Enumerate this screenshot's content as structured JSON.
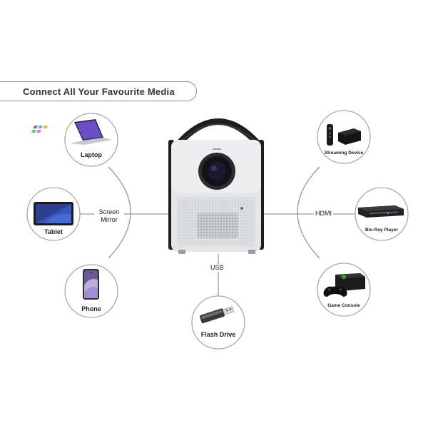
{
  "banner": {
    "title": "Connect All Your Favourite Media"
  },
  "ports": {
    "screen_mirror": "Screen\nMirror",
    "hdmi": "HDMI",
    "usb": "USB"
  },
  "devices": {
    "laptop": "Laptop",
    "tablet": "Tablet",
    "phone": "Phone",
    "flash_drive": "Flash Drive",
    "streaming_device": "Streaming Device",
    "bluray_player": "Blu-Ray Player",
    "game_console": "Game Console"
  },
  "icons": {
    "laptop": "laptop-icon",
    "tablet": "tablet-icon",
    "phone": "phone-icon",
    "flash_drive": "flash-drive-icon",
    "streaming_device": "streaming-device-icon",
    "bluray_player": "bluray-player-icon",
    "game_console": "game-console-icon",
    "projector": "projector-image"
  },
  "colors": {
    "line": "#9a9a9a",
    "circle": "#a8a8a8",
    "projector_body": "#e4e6e8",
    "strap": "#1e1e1e"
  }
}
